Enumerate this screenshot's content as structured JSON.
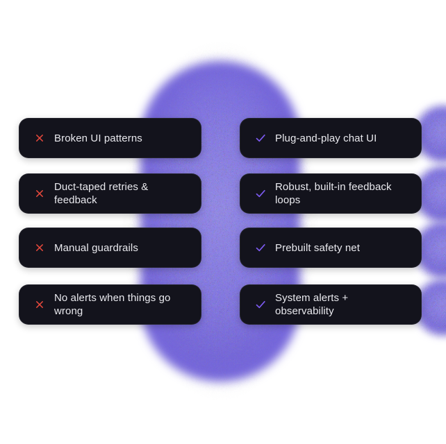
{
  "cons": {
    "icon": "x-icon",
    "items": [
      "Broken UI patterns",
      "Duct-taped retries &\nfeedback",
      "Manual guardrails",
      "No alerts when things go\nwrong"
    ]
  },
  "pros": {
    "icon": "check-icon",
    "items": [
      "Plug-and-play chat UI",
      "Robust, built-in feedback\nloops",
      "Prebuilt safety net",
      "System alerts +\nobservability"
    ]
  },
  "colors": {
    "page-bg": "#ffffff",
    "card-bg": "#13131c",
    "card-border": "#ffffff12",
    "text": "#e9e9ee",
    "x-icon": "#e5483c",
    "check-icon": "#7c5af0",
    "glow-core": "#8376ea",
    "glow-light": "#958af0"
  }
}
